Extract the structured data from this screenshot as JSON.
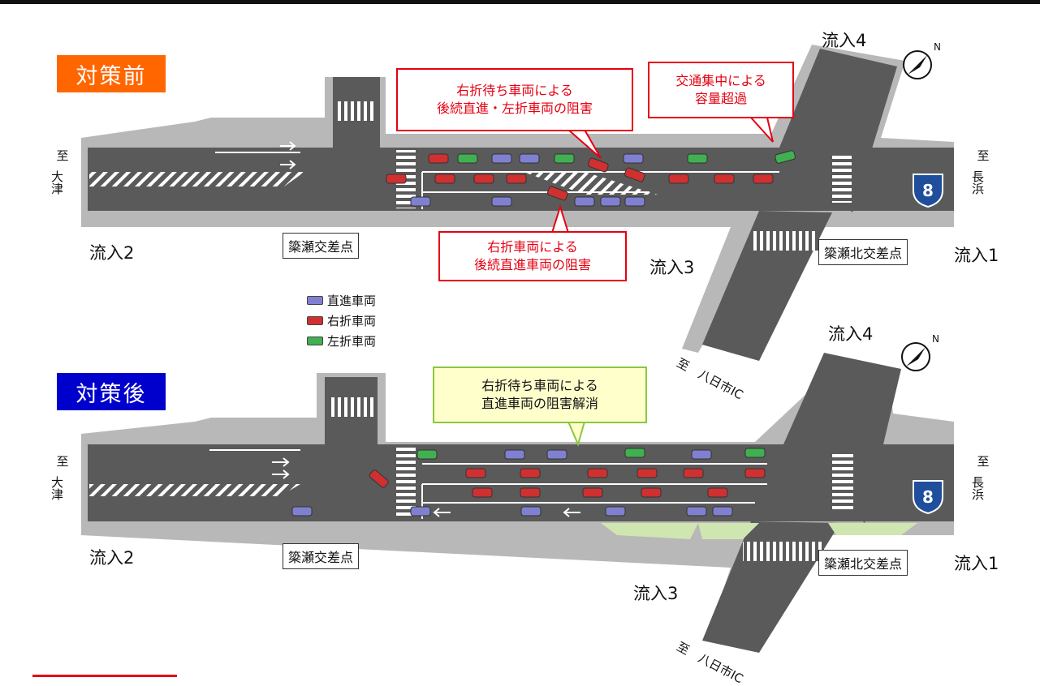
{
  "before": {
    "badge": "対策前",
    "badge_color": "#ff6600",
    "inflow1": "流入1",
    "inflow2": "流入2",
    "inflow3": "流入3",
    "inflow4": "流入4",
    "west_to": "至",
    "west_name": "大津",
    "east_to": "至",
    "east_name": "長浜",
    "south_dest": "至　八日市IC",
    "intersection_west": "簗瀬交差点",
    "intersection_east": "簗瀬北交差点",
    "callout1": [
      "右折待ち車両による",
      "後続直進・左折車両の阻害"
    ],
    "callout2": [
      "交通集中による",
      "容量超過"
    ],
    "callout3": [
      "右折車両による",
      "後続直進車両の阻害"
    ]
  },
  "after": {
    "badge": "対策後",
    "badge_color": "#0000cc",
    "inflow1": "流入1",
    "inflow2": "流入2",
    "inflow3": "流入3",
    "inflow4": "流入4",
    "west_to": "至",
    "west_name": "大津",
    "east_to": "至",
    "east_name": "長浜",
    "south_dest": "至　八日市IC",
    "intersection_west": "簗瀬交差点",
    "intersection_east": "簗瀬北交差点",
    "callout": [
      "右折待ち車両による",
      "直進車両の阻害解消"
    ]
  },
  "legend": {
    "straight": "直進車両",
    "right": "右折車両",
    "left": "左折車両",
    "straight_color": "#8080d0",
    "right_color": "#d03030",
    "left_color": "#40b050"
  },
  "route_sign_number": "8",
  "compass_letter": "N",
  "colors": {
    "road": "#5a5a5a",
    "sidewalk": "#b8b8b8",
    "callout_red": "#e60012",
    "callout_green_border": "#8cc63f",
    "callout_green_fill": "#ffffcc"
  }
}
